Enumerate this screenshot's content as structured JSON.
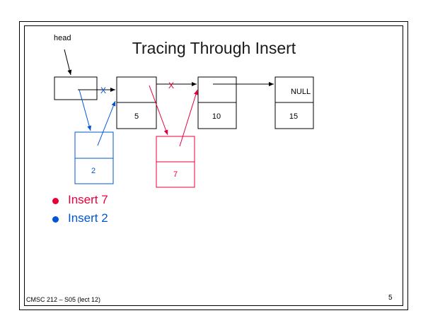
{
  "slide": {
    "title": "Tracing Through Insert",
    "head_label": "head",
    "footer_course": "CMSC 212 – S05 (lect 12)",
    "page_number": "5"
  },
  "diagram": {
    "nodes": [
      {
        "name": "node-5",
        "value": "5",
        "pointer": ""
      },
      {
        "name": "node-10",
        "value": "10",
        "pointer": ""
      },
      {
        "name": "node-15",
        "value": "15",
        "pointer": "NULL"
      },
      {
        "name": "node-2-inserted",
        "value": "2",
        "pointer": ""
      },
      {
        "name": "node-7-inserted",
        "value": "7",
        "pointer": ""
      }
    ],
    "cross_marks": [
      "X",
      "X"
    ]
  },
  "bullets": [
    {
      "text": "Insert 7",
      "color": "#e8003a"
    },
    {
      "text": "Insert 2",
      "color": "#0055d4"
    }
  ],
  "colors": {
    "insert7": "#e8003a",
    "insert2": "#0055d4",
    "line": "#000000"
  }
}
